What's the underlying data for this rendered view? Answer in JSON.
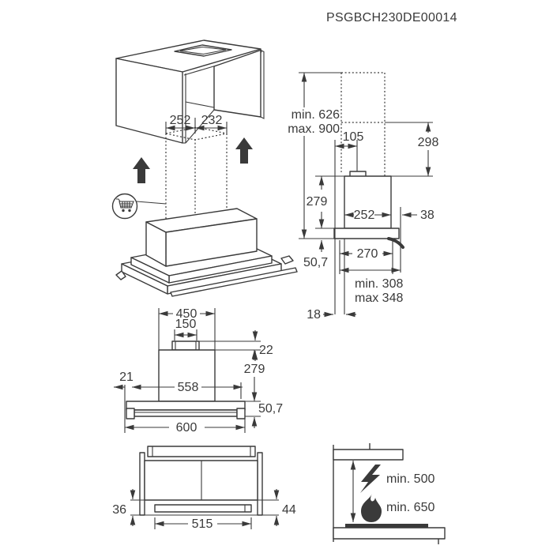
{
  "title": "PSGBCH230DE00014",
  "colors": {
    "line": "#3a3a3a",
    "background": "#ffffff"
  },
  "cabinet_view": {
    "dim_front": "252",
    "dim_back": "232",
    "cart_icon": "shopping-cart-icon"
  },
  "side_view": {
    "min_height": "min. 626",
    "max_height": "max. 900",
    "duct_offset": "105",
    "duct_drop": "298",
    "body_height": "279",
    "body_depth": "252",
    "back_clearance": "38",
    "panel_height": "50,7",
    "panel_depth": "270",
    "recess_min": "min. 308",
    "recess_max": "max 348",
    "front_gap": "18"
  },
  "front_view": {
    "top_width": "450",
    "duct_width": "150",
    "collar_height": "22",
    "body_height": "279",
    "side_gap": "21",
    "body_width": "558",
    "panel_height": "50,7",
    "total_width": "600"
  },
  "bottom_view": {
    "left_gap": "36",
    "strip_width": "515",
    "right_gap": "44"
  },
  "clearance_view": {
    "electric_icon": "lightning-bolt-icon",
    "electric_clearance": "min. 500",
    "gas_icon": "gas-flame-icon",
    "gas_clearance": "min. 650"
  }
}
